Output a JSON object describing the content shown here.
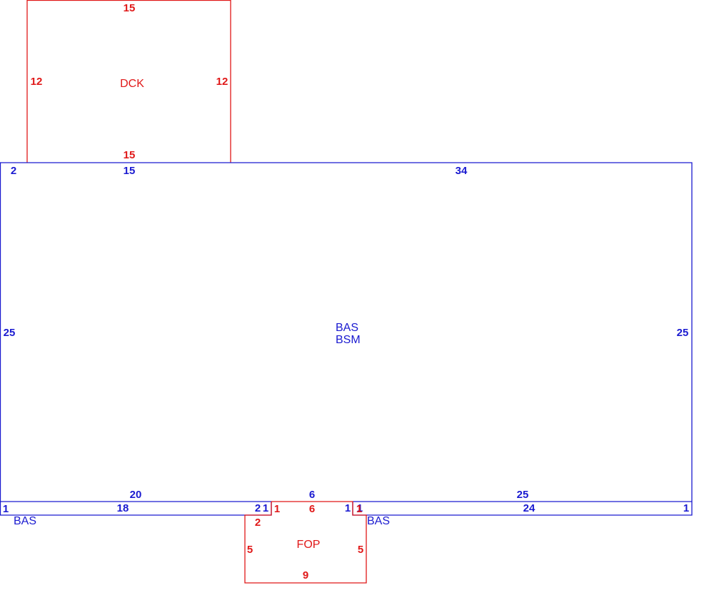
{
  "colors": {
    "bas": "#1a1ad0",
    "addon": "#e01818"
  },
  "deck": {
    "label": "DCK",
    "dims": {
      "top": "15",
      "left": "12",
      "right": "12",
      "bottom": "15"
    }
  },
  "main": {
    "label_line1": "BAS",
    "label_line2": "BSM",
    "dims": {
      "corner_left": "2",
      "top_left": "15",
      "top_right": "34",
      "left": "25",
      "right": "25",
      "bottom_left": "20",
      "bottom_mid": "6",
      "bottom_right": "25"
    }
  },
  "strip_left": {
    "label": "BAS",
    "dims": {
      "left": "1",
      "bottom": "18",
      "right_a": "2",
      "right_b": "1"
    }
  },
  "strip_right": {
    "label": "BAS",
    "dims": {
      "left": "1",
      "bottom": "24",
      "right": "1"
    }
  },
  "porch": {
    "label": "FOP",
    "dims": {
      "top_left": "1",
      "top": "6",
      "top_right": "1",
      "top_right_b": "1",
      "left_top": "2",
      "left": "5",
      "right": "5",
      "bottom": "9"
    }
  }
}
